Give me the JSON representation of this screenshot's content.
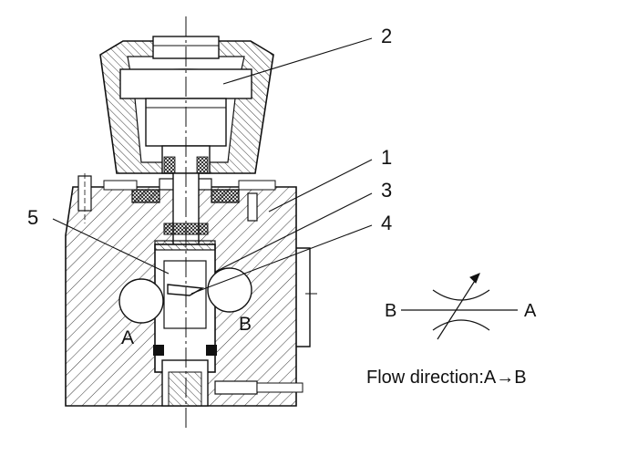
{
  "callouts": [
    "1",
    "2",
    "3",
    "4",
    "5"
  ],
  "ports": {
    "a": "A",
    "b": "B"
  },
  "symbol": {
    "left": "B",
    "right": "A"
  },
  "caption": "Flow direction:A→B"
}
